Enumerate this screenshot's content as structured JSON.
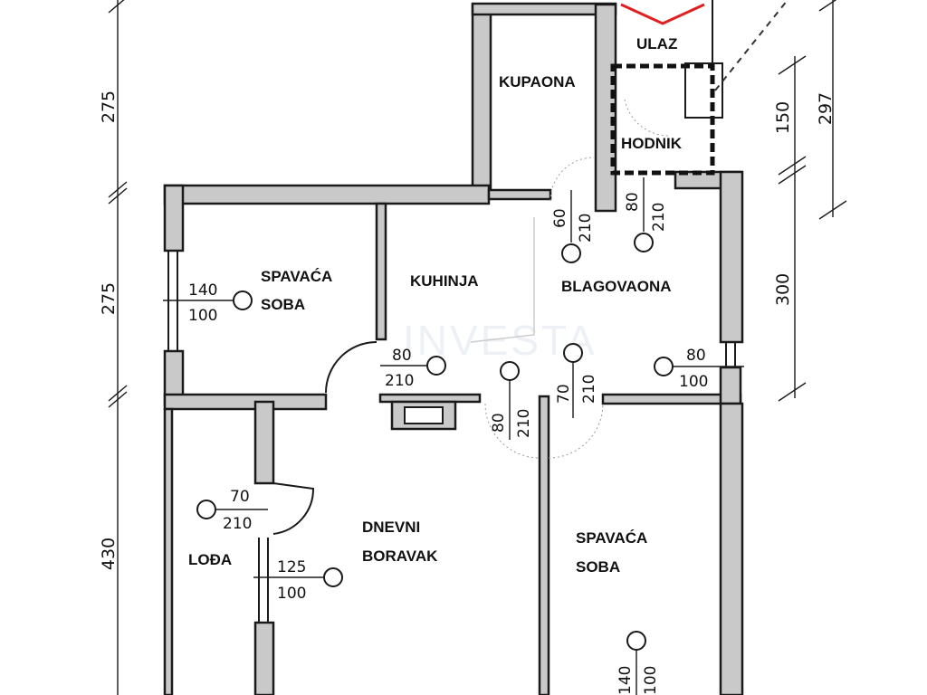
{
  "rooms": {
    "ulaz": "ULAZ",
    "kupaona": "KUPAONA",
    "hodnik": "HODNIK",
    "spavaca_soba_1_line1": "SPAVAĆA",
    "spavaca_soba_1_line2": "SOBA",
    "kuhinja": "KUHINJA",
    "blagovaona": "BLAGOVAONA",
    "dnevni_boravak_line1": "DNEVNI",
    "dnevni_boravak_line2": "BORAVAK",
    "loda": "LOĐA",
    "spavaca_soba_2_line1": "SPAVAĆA",
    "spavaca_soba_2_line2": "SOBA"
  },
  "openings": {
    "win_spavaca1": {
      "w": "140",
      "h": "100"
    },
    "door_kuhinja": {
      "w": "80",
      "h": "210"
    },
    "door_kupaona": {
      "w": "60",
      "h": "210"
    },
    "door_ulaz": {
      "w": "80",
      "h": "210"
    },
    "door_corridor": {
      "w": "70",
      "h": "210"
    },
    "door_boravak": {
      "w": "80",
      "h": "210"
    },
    "win_blagovaona": {
      "w": "80",
      "h": "100"
    },
    "door_loda": {
      "w": "70",
      "h": "210"
    },
    "win_boravak": {
      "w": "125",
      "h": "100"
    },
    "win_spavaca2": {
      "w": "140",
      "h": "100"
    }
  },
  "dimensions": {
    "left_top": "275",
    "left_mid": "275",
    "left_bottom": "430",
    "right_hodnik": "150",
    "right_total": "297",
    "right_blagovaona": "300"
  },
  "watermark": "INVESTA"
}
